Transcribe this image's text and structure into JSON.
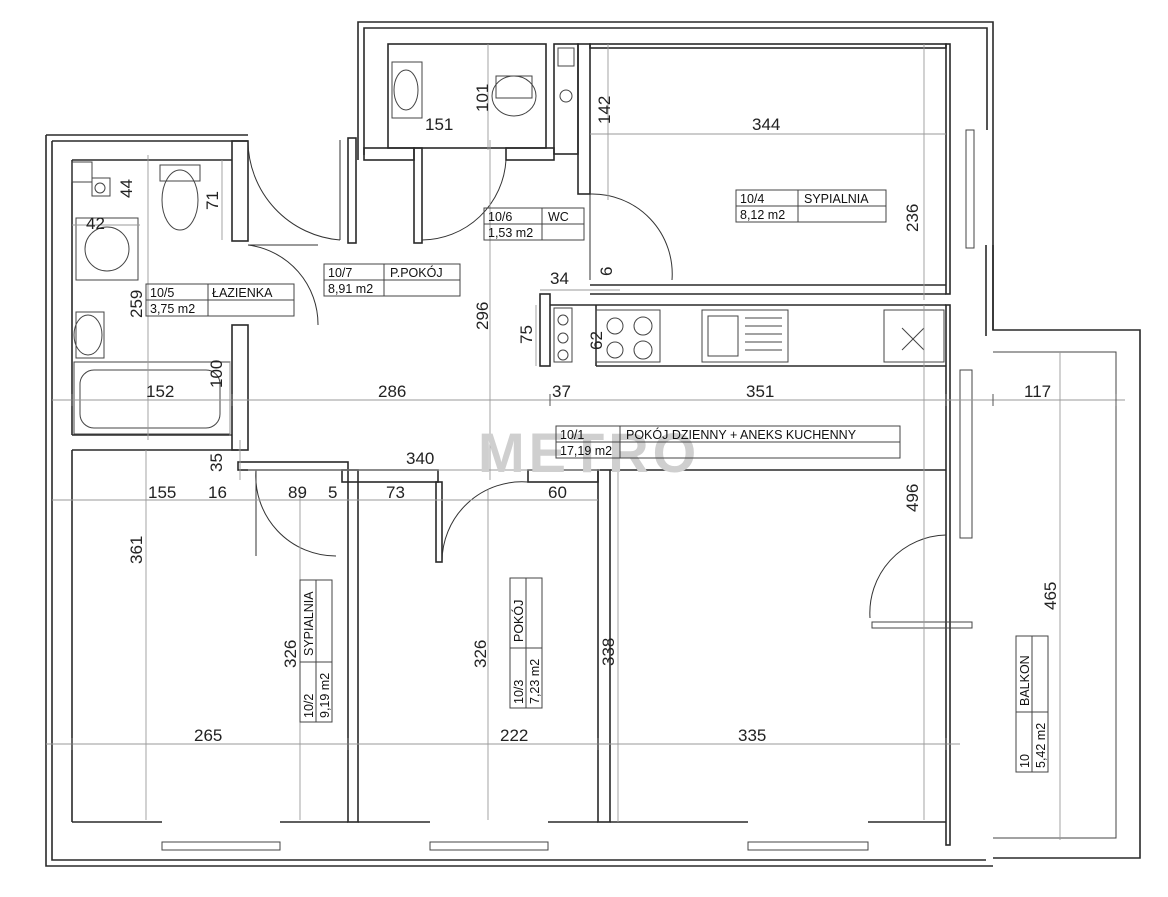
{
  "watermark": "METRO",
  "rooms": {
    "r1": {
      "id": "10/1",
      "name": "POKÓJ DZIENNY + ANEKS KUCHENNY",
      "area": "17,19 m2"
    },
    "r2": {
      "id": "10/2",
      "name": "SYPIALNIA",
      "area": "9,19 m2"
    },
    "r3": {
      "id": "10/3",
      "name": "POKÓJ",
      "area": "7,23 m2"
    },
    "r4": {
      "id": "10/4",
      "name": "SYPIALNIA",
      "area": "8,12 m2"
    },
    "r5": {
      "id": "10/5",
      "name": "ŁAZIENKA",
      "area": "3,75 m2"
    },
    "r6": {
      "id": "10/6",
      "name": "WC",
      "area": "1,53 m2"
    },
    "r7": {
      "id": "10/7",
      "name": "P.POKÓJ",
      "area": "8,91 m2"
    },
    "balcony": {
      "id": "10",
      "name": "BALKON",
      "area": "5,42 m2"
    }
  },
  "dimensions": {
    "d151": "151",
    "d101": "101",
    "d142": "142",
    "d344": "344",
    "d236": "236",
    "d44": "44",
    "d42": "42",
    "d71": "71",
    "d259": "259",
    "d296": "296",
    "d34": "34",
    "d6": "6",
    "d75": "75",
    "d62": "62",
    "d37": "37",
    "d152": "152",
    "d100": "100",
    "d286": "286",
    "d351": "351",
    "d117": "117",
    "d35": "35",
    "d340": "340",
    "d155": "155",
    "d16": "16",
    "d89": "89",
    "d5": "5",
    "d73": "73",
    "d60": "60",
    "d496": "496",
    "d465": "465",
    "d361": "361",
    "d326a": "326",
    "d326b": "326",
    "d338": "338",
    "d265": "265",
    "d222": "222",
    "d335": "335"
  }
}
